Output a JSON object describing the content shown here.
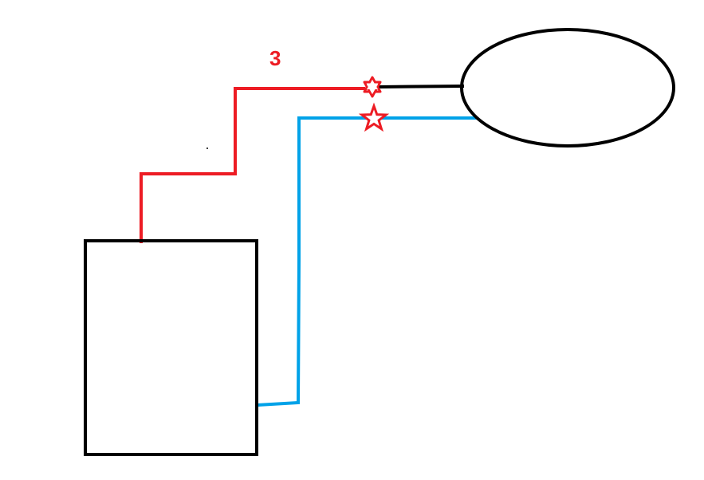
{
  "diagram": {
    "label": "3",
    "colors": {
      "background": "#ffffff",
      "outline": "#000000",
      "red_pipe": "#ed1c24",
      "blue_pipe": "#00a2e8",
      "label": "#ed1c24",
      "valve_marker": "#ed1c24"
    },
    "shapes": {
      "box": "rectangle",
      "tank": "ellipse"
    },
    "markers": {
      "upper": "hexagram-star-icon",
      "lower": "five-point-star-icon"
    }
  }
}
